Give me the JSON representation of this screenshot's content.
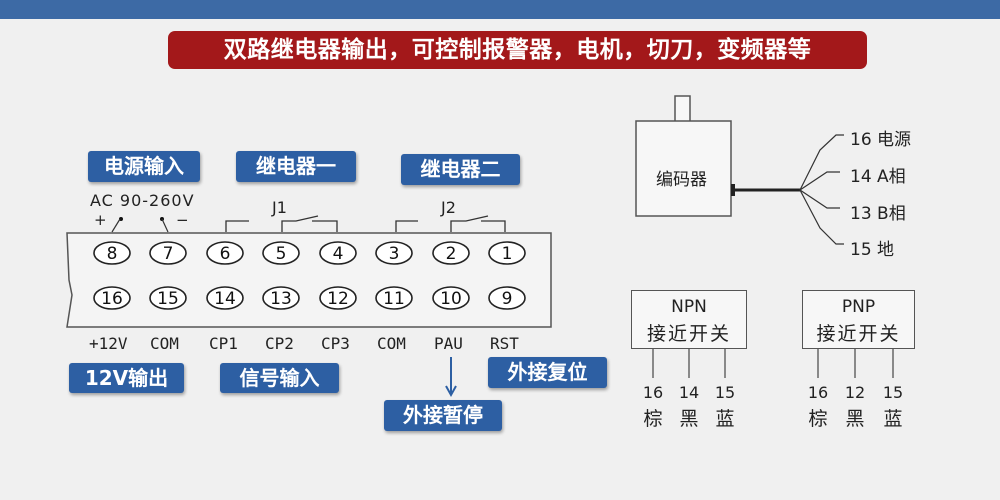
{
  "banner": "双路继电器输出，可控制报警器，电机，切刀，变频器等",
  "tags": {
    "power_input": "电源输入",
    "relay_one": "继电器一",
    "relay_two": "继电器二",
    "output_12v": "12V输出",
    "signal_input": "信号输入",
    "external_reset": "外接复位",
    "external_pause": "外接暂停"
  },
  "power": {
    "voltage": "AC 90-260V",
    "plus": "+",
    "minus": "−"
  },
  "relays": {
    "j1": "J1",
    "j2": "J2"
  },
  "terminals": {
    "top": [
      "8",
      "7",
      "6",
      "5",
      "4",
      "3",
      "2",
      "1"
    ],
    "bottom": [
      "16",
      "15",
      "14",
      "13",
      "12",
      "11",
      "10",
      "9"
    ],
    "bottom_labels": [
      "+12V",
      "COM",
      "CP1",
      "CP2",
      "CP3",
      "COM",
      "PAU",
      "RST"
    ]
  },
  "encoder": {
    "label": "编码器",
    "wires": [
      {
        "num": "16",
        "name": "电源"
      },
      {
        "num": "14",
        "name": "A相"
      },
      {
        "num": "13",
        "name": "B相"
      },
      {
        "num": "15",
        "name": "地"
      }
    ]
  },
  "npn": {
    "line1": "NPN",
    "line2": "接近开关",
    "nums": [
      "16",
      "14",
      "15"
    ],
    "colors": [
      "棕",
      "黑",
      "蓝"
    ]
  },
  "pnp": {
    "line1": "PNP",
    "line2": "接近开关",
    "nums": [
      "16",
      "12",
      "15"
    ],
    "colors": [
      "棕",
      "黑",
      "蓝"
    ]
  },
  "colors": {
    "banner_red": "#a3181a",
    "tag_blue": "#2d5fa3",
    "top_bar": "#3d6aa5",
    "arrow_blue": "#2d5fa3"
  }
}
